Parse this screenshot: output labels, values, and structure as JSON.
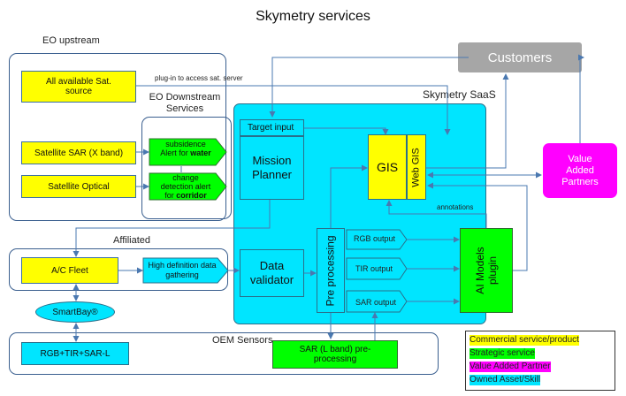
{
  "title": "Skymetry services",
  "customers": "Customers",
  "plugin_text": "plug-in to access sat. server",
  "saas_label": "Skymetry SaaS",
  "eo_upstream": {
    "label": "EO upstream",
    "sat_source": "All available Sat. source",
    "sar_x": "Satellite SAR (X band)",
    "optical": "Satellite Optical"
  },
  "eo_downstream": {
    "label": "EO Downstream Services",
    "subsidence": [
      "subsidence",
      "Alert for ",
      "water"
    ],
    "change": [
      "change",
      "detection alert",
      "for ",
      "corridor"
    ]
  },
  "saas": {
    "target_input": "Target input",
    "mission_planner": "Mission Planner",
    "gis": "GIS",
    "web_gis": "Web GIS",
    "data_validator": "Data validator",
    "pre_processing": "Pre processing",
    "rgb_output": "RGB output",
    "tir_output": "TIR output",
    "sar_output": "SAR output",
    "ai_models": "AI Models plugin",
    "annotations": "annotations"
  },
  "value_partners": "Value Added Partners",
  "affiliated": {
    "label": "Affiliated",
    "ac_fleet": "A/C Fleet",
    "hd_data": "High definition data gathering"
  },
  "smartbay": "SmartBay®",
  "oem": {
    "label": "OEM Sensors",
    "rgb_tir_sar": "RGB+TIR+SAR-L",
    "sar_l": "SAR (L band) pre-processing"
  },
  "legend": {
    "commercial": "Commercial service/product",
    "strategic": "Strategic service",
    "partner": "Value Added Partner",
    "owned": "Owned Asset/Skill"
  },
  "colors": {
    "commercial": "#ffff00",
    "strategic": "#00ff00",
    "partner": "#ff00ff",
    "owned": "#00e5ff",
    "customers": "#a6a6a6"
  }
}
